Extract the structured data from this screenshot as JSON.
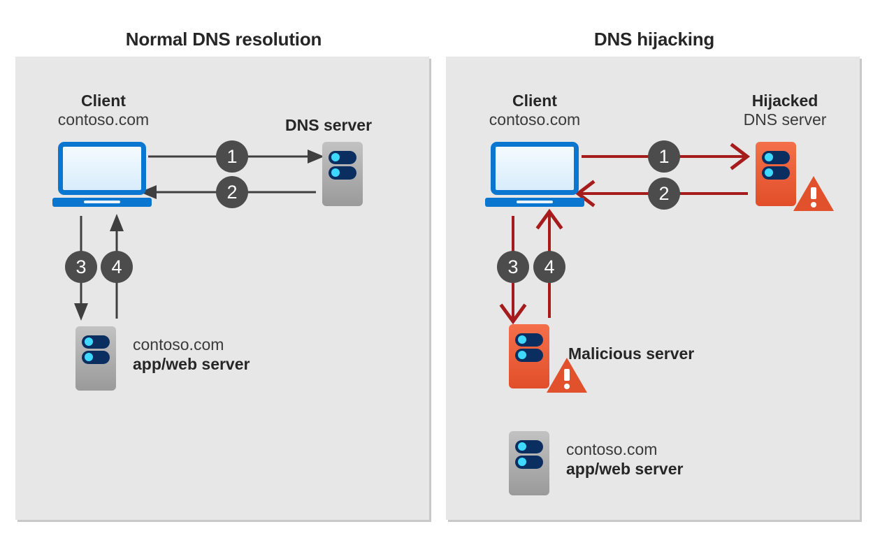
{
  "panels": [
    {
      "id": "normal",
      "title": "Normal DNS resolution",
      "accent": "#3f3f3f",
      "nodes": {
        "client": {
          "line1": "Client",
          "line2": "contoso.com"
        },
        "dns_server": {
          "line1": "DNS server"
        },
        "app_web_server": {
          "line1": "contoso.com",
          "line2": "app/web server"
        }
      },
      "steps": [
        "1",
        "2",
        "3",
        "4"
      ]
    },
    {
      "id": "hijacking",
      "title": "DNS hijacking",
      "accent": "#a61c1c",
      "nodes": {
        "client": {
          "line1": "Client",
          "line2": "contoso.com"
        },
        "hijacked_dns_server": {
          "line1": "Hijacked",
          "line2": "DNS server"
        },
        "malicious_server": {
          "line1": "Malicious server"
        },
        "app_web_server": {
          "line1": "contoso.com",
          "line2": "app/web server"
        }
      },
      "steps": [
        "1",
        "2",
        "3",
        "4"
      ]
    }
  ],
  "colors": {
    "panel_background": "#e7e7e7",
    "page_background": "#ffffff",
    "step_badge": "#4c4c4c",
    "normal_arrow": "#3f3f3f",
    "hijack_arrow": "#a61c1c",
    "laptop_blue": "#0b76d0",
    "server_gray": "#a8a8a8",
    "server_red": "#e8552c",
    "server_bay_navy": "#0b2e61",
    "server_led_cyan": "#3fd8ff",
    "warning_orange": "#e1522c",
    "text_dark": "#262626"
  },
  "icons": {
    "laptop": "laptop-icon",
    "server": "server-icon",
    "warning": "warning-triangle-icon",
    "arrow": "arrow-icon"
  }
}
